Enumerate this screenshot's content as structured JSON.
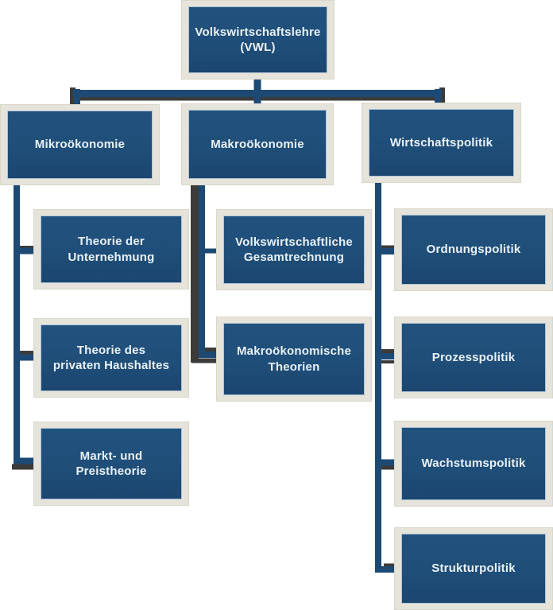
{
  "diagram_title": "Volkswirtschaftslehre (VWL) Gliederung",
  "nodes": {
    "vwl": "Volkswirtschaftslehre\n(VWL)",
    "mikro": "Mikroökonomie",
    "makro": "Makroökonomie",
    "politik": "Wirtschaftspolitik",
    "unternehmung": "Theorie der\nUnternehmung",
    "haushalt": "Theorie des\nprivaten Haushaltes",
    "marktpreis": "Markt- und Preistheorie",
    "vgr": "Volkswirtschaftliche\nGesamtrechnung",
    "makrotheorien": "Makroökonomische\nTheorien",
    "ordnung": "Ordnungspolitik",
    "prozess": "Prozesspolitik",
    "wachstum": "Wachstumspolitik",
    "struktur": "Strukturpolitik"
  },
  "hierarchy": {
    "root": "Volkswirtschaftslehre (VWL)",
    "branches": [
      {
        "label": "Mikroökonomie",
        "children": [
          "Theorie der Unternehmung",
          "Theorie des privaten Haushaltes",
          "Markt- und Preistheorie"
        ]
      },
      {
        "label": "Makroökonomie",
        "children": [
          "Volkswirtschaftliche Gesamtrechnung",
          "Makroökonomische Theorien"
        ]
      },
      {
        "label": "Wirtschaftspolitik",
        "children": [
          "Ordnungspolitik",
          "Prozesspolitik",
          "Wachstumspolitik",
          "Strukturpolitik"
        ]
      }
    ]
  },
  "colors": {
    "box_fill": "#1F4E79",
    "box_edge": "#AEC3D4",
    "frame": "#E6E3DB",
    "connector": "#1D4A75",
    "connector_shadow": "#3B3B39",
    "text": "#EAF2F9",
    "background": "#FFFFFF"
  }
}
